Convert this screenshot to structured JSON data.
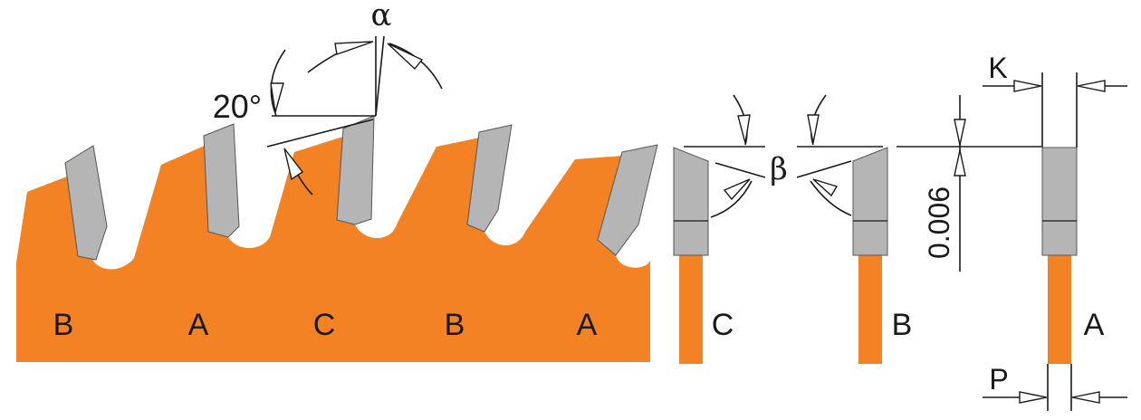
{
  "colors": {
    "blade": "#f28224",
    "carbide": "#b5b5b6",
    "ink": "#1a1a1a"
  },
  "blade_labels": [
    "B",
    "A",
    "C",
    "B",
    "A"
  ],
  "angles": {
    "alpha": "α",
    "beta": "β",
    "hook": "20°"
  },
  "profiles": {
    "c_label": "C",
    "b_label": "B",
    "a_label": "A"
  },
  "dimensions": {
    "k": "K",
    "p": "P",
    "height": "0.006"
  }
}
